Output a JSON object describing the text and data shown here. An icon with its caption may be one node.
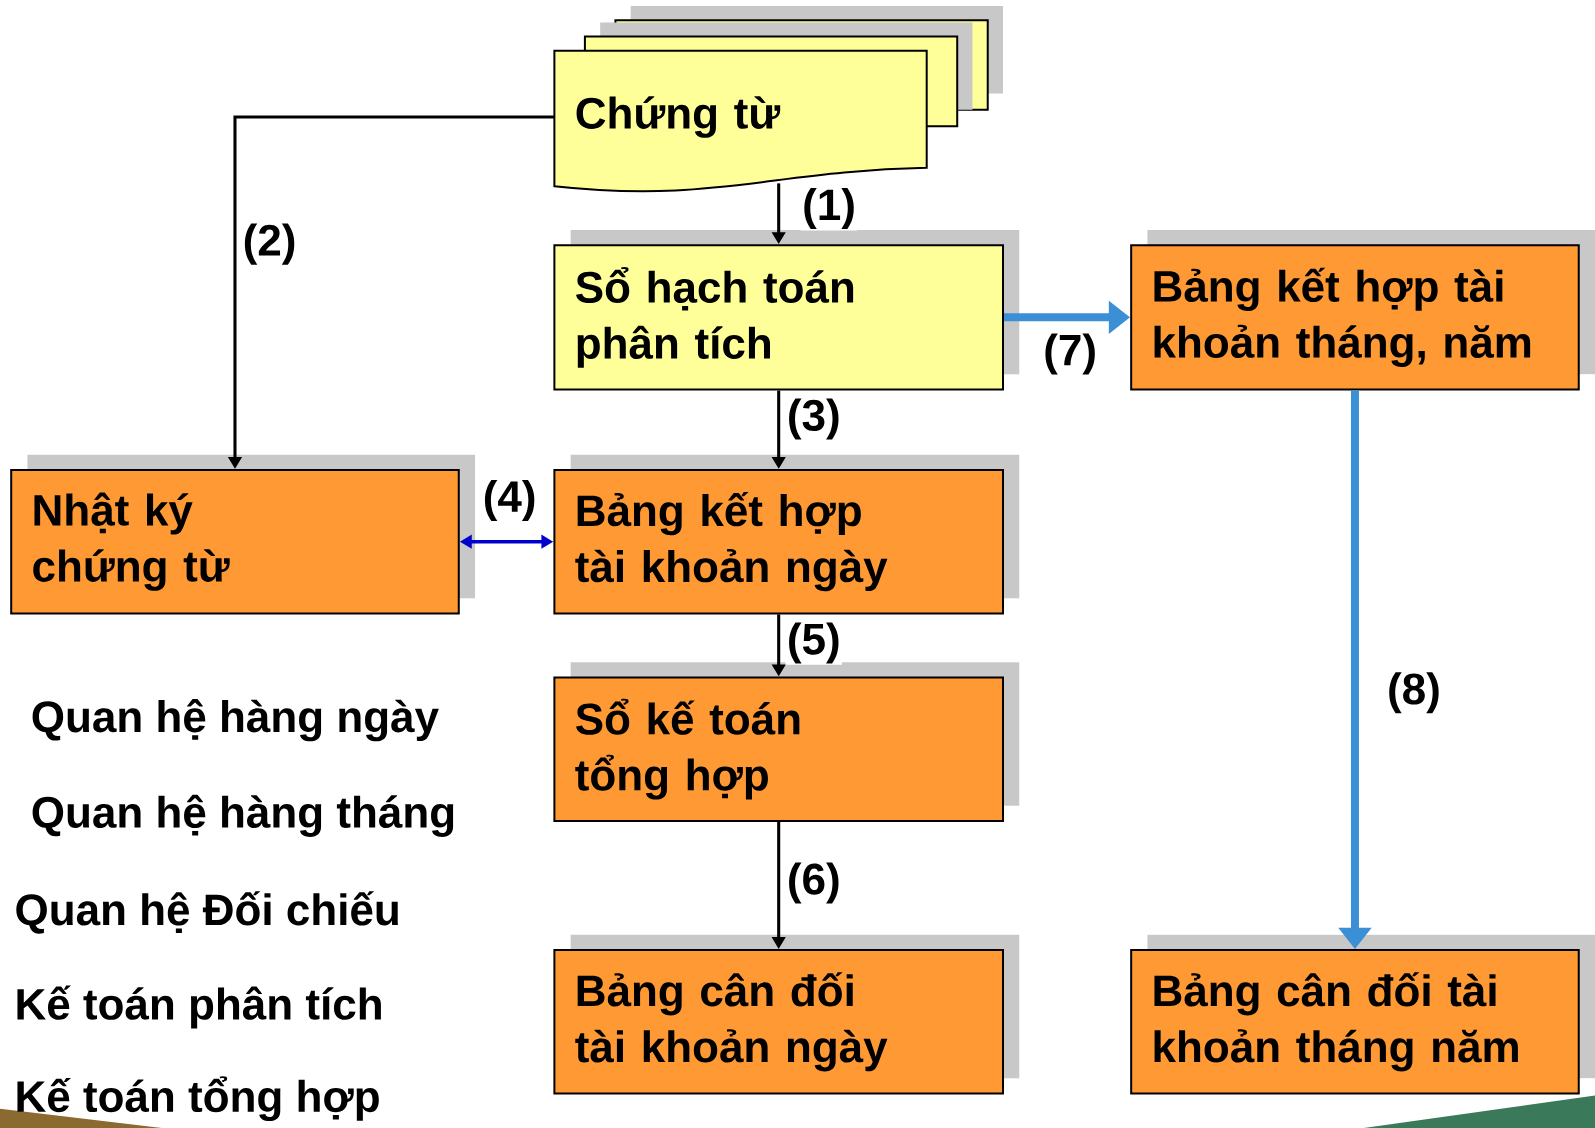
{
  "diagram": {
    "nodes": [
      {
        "text": [
          "Chứng từ"
        ]
      },
      {
        "text": [
          "Sổ hạch toán phân tích"
        ]
      },
      {
        "text": [
          "Bảng kết hợp tài khoản tháng, năm"
        ]
      },
      {
        "text": [
          "Nhật ký chứng từ"
        ]
      },
      {
        "text": [
          "Bảng kết hợp tài khoản ngày"
        ]
      },
      {
        "text": [
          "Sổ kế toán tổng hợp"
        ]
      },
      {
        "text": [
          "Bảng cân đối tài khoản ngày"
        ]
      },
      {
        "text": [
          "Bảng cân đối tài khoản tháng năm"
        ]
      }
    ],
    "edges": [
      {
        "from": 0,
        "to": 1,
        "arrow": "to",
        "label": "(1)"
      },
      {
        "from": 0,
        "to": 3,
        "arrow": "to",
        "label": "(2)"
      },
      {
        "from": 1,
        "to": 4,
        "arrow": "to",
        "label": "(3)"
      },
      {
        "from": 3,
        "to": 4,
        "arrow": "both",
        "label": "(4)",
        "color": "#0000cc"
      },
      {
        "from": 4,
        "to": 5,
        "arrow": "to",
        "label": "(5)"
      },
      {
        "from": 5,
        "to": 6,
        "arrow": "to",
        "label": "(6)"
      },
      {
        "from": 1,
        "to": 2,
        "arrow": "to",
        "label": "(7)",
        "style": "thick",
        "color": "#3b8fd4"
      },
      {
        "from": 2,
        "to": 7,
        "arrow": "to",
        "label": "(8)",
        "style": "thick",
        "color": "#3b8fd4"
      }
    ],
    "labels": [
      "Quan hệ hàng ngày",
      "Quan hệ hàng tháng",
      "Quan hệ Đối chiếu",
      "Kế toán phân tích",
      "Kế toán tổng hợp"
    ]
  }
}
